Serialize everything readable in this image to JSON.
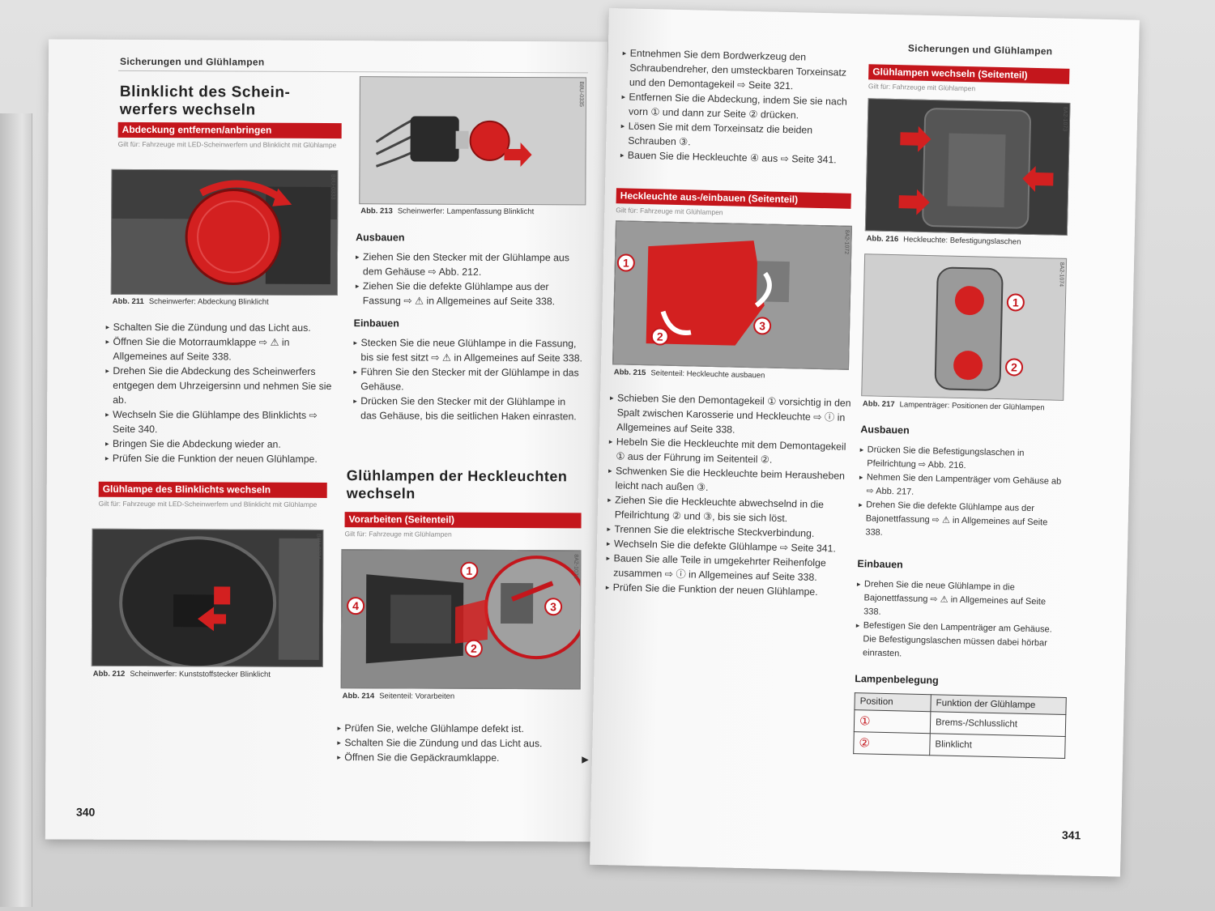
{
  "left_page": {
    "running_head": "Sicherungen und Glühlampen",
    "section1": {
      "title": "Blinklicht des Schein-werfers wechseln",
      "bar": "Abdeckung entfernen/anbringen",
      "gilt": "Gilt für: Fahrzeuge mit LED-Scheinwerfern und Blinklicht mit Glühlampe",
      "fig211": {
        "code": "B8U-0333",
        "num": "Abb. 211",
        "caption": "Scheinwerfer: Abdeckung Blinklicht"
      },
      "steps": [
        "Schalten Sie die Zündung und das Licht aus.",
        "Öffnen Sie die Motorraumklappe ⇨ ⚠ in Allgemeines auf Seite 338.",
        "Drehen Sie die Abdeckung des Scheinwerfers entgegen dem Uhrzeigersinn und nehmen Sie sie ab.",
        "Wechseln Sie die Glühlampe des Blinklichts ⇨ Seite 340.",
        "Bringen Sie die Abdeckung wieder an.",
        "Prüfen Sie die Funktion der neuen Glühlampe."
      ]
    },
    "section2": {
      "bar": "Glühlampe des Blinklichts wechseln",
      "gilt": "Gilt für: Fahrzeuge mit LED-Scheinwerfern und Blinklicht mit Glühlampe",
      "fig212": {
        "code": "B8U-0334",
        "num": "Abb. 212",
        "caption": "Scheinwerfer: Kunststoffstecker Blinklicht"
      }
    },
    "fig213": {
      "code": "B8U-0335",
      "num": "Abb. 213",
      "caption": "Scheinwerfer: Lampenfassung Blinklicht"
    },
    "ausbauen": {
      "label": "Ausbauen",
      "steps": [
        "Ziehen Sie den Stecker mit der Glühlampe aus dem Gehäuse ⇨ Abb. 212.",
        "Ziehen Sie die defekte Glühlampe aus der Fassung ⇨ ⚠ in Allgemeines auf Seite 338."
      ]
    },
    "einbauen": {
      "label": "Einbauen",
      "steps": [
        "Stecken Sie die neue Glühlampe in die Fassung, bis sie fest sitzt ⇨ ⚠ in Allgemeines auf Seite 338.",
        "Führen Sie den Stecker mit der Glühlampe in das Gehäuse.",
        "Drücken Sie den Stecker mit der Glühlampe in das Gehäuse, bis die seitlichen Haken einrasten."
      ]
    },
    "section3": {
      "title": "Glühlampen der Heckleuchten wechseln",
      "bar": "Vorarbeiten (Seitenteil)",
      "gilt": "Gilt für: Fahrzeuge mit Glühlampen",
      "fig214": {
        "code": "8A2-1071",
        "num": "Abb. 214",
        "caption": "Seitenteil: Vorarbeiten",
        "callouts": [
          "1",
          "2",
          "3",
          "4"
        ]
      },
      "steps": [
        "Prüfen Sie, welche Glühlampe defekt ist.",
        "Schalten Sie die Zündung und das Licht aus.",
        "Öffnen Sie die Gepäckraumklappe."
      ],
      "continue_marker": "▶"
    },
    "page_number": "340"
  },
  "right_page": {
    "running_head": "Sicherungen und Glühlampen",
    "top_steps": [
      "Entnehmen Sie dem Bordwerkzeug den Schraubendreher, den umsteckbaren Torxeinsatz und den Demontagekeil ⇨ Seite 321.",
      "Entfernen Sie die Abdeckung, indem Sie sie nach vorn ① und dann zur Seite ② drücken.",
      "Lösen Sie mit dem Torxeinsatz die beiden Schrauben ③.",
      "Bauen Sie die Heckleuchte ④ aus ⇨ Seite 341."
    ],
    "section4": {
      "bar": "Heckleuchte aus-/einbauen (Seitenteil)",
      "gilt": "Gilt für: Fahrzeuge mit Glühlampen",
      "fig215": {
        "code": "8A2-1072",
        "num": "Abb. 215",
        "caption": "Seitenteil: Heckleuchte ausbauen",
        "callouts": [
          "1",
          "2",
          "3"
        ]
      },
      "steps": [
        "Schieben Sie den Demontagekeil ① vorsichtig in den Spalt zwischen Karosserie und Heckleuchte ⇨ ⓘ in Allgemeines auf Seite 338.",
        "Hebeln Sie die Heckleuchte mit dem Demontagekeil ① aus der Führung im Seitenteil ②.",
        "Schwenken Sie die Heckleuchte beim Herausheben leicht nach außen ③.",
        "Ziehen Sie die Heckleuchte abwechselnd in die Pfeilrichtung ② und ③, bis sie sich löst.",
        "Trennen Sie die elektrische Steckverbindung.",
        "Wechseln Sie die defekte Glühlampe ⇨ Seite 341.",
        "Bauen Sie alle Teile in umgekehrter Reihenfolge zusammen ⇨ ⓘ in Allgemeines auf Seite 338.",
        "Prüfen Sie die Funktion der neuen Glühlampe."
      ]
    },
    "section5": {
      "bar": "Glühlampen wechseln (Seitenteil)",
      "gilt": "Gilt für: Fahrzeuge mit Glühlampen",
      "fig216": {
        "code": "8A2-1073",
        "num": "Abb. 216",
        "caption": "Heckleuchte: Befestigungslaschen"
      },
      "fig217": {
        "code": "8A2-1074",
        "num": "Abb. 217",
        "caption": "Lampenträger: Positionen der Glühlampen",
        "callouts": [
          "1",
          "2"
        ]
      },
      "ausbauen": {
        "label": "Ausbauen",
        "steps": [
          "Drücken Sie die Befestigungslaschen in Pfeilrichtung ⇨ Abb. 216.",
          "Nehmen Sie den Lampenträger vom Gehäuse ab ⇨ Abb. 217.",
          "Drehen Sie die defekte Glühlampe aus der Bajonettfassung ⇨ ⚠ in Allgemeines auf Seite 338."
        ]
      },
      "einbauen": {
        "label": "Einbauen",
        "steps": [
          "Drehen Sie die neue Glühlampe in die Bajonettfassung ⇨ ⚠ in Allgemeines auf Seite 338.",
          "Befestigen Sie den Lampenträger am Gehäuse. Die Befestigungslaschen müssen dabei hörbar einrasten."
        ]
      },
      "table": {
        "label": "Lampenbelegung",
        "headers": [
          "Position",
          "Funktion der Glühlampe"
        ],
        "rows": [
          {
            "pos": "①",
            "func": "Brems-/Schlusslicht"
          },
          {
            "pos": "②",
            "func": "Blinklicht"
          }
        ]
      }
    },
    "page_number": "341"
  },
  "colors": {
    "accent_red": "#c4161c",
    "page": "#f7f7f7"
  }
}
